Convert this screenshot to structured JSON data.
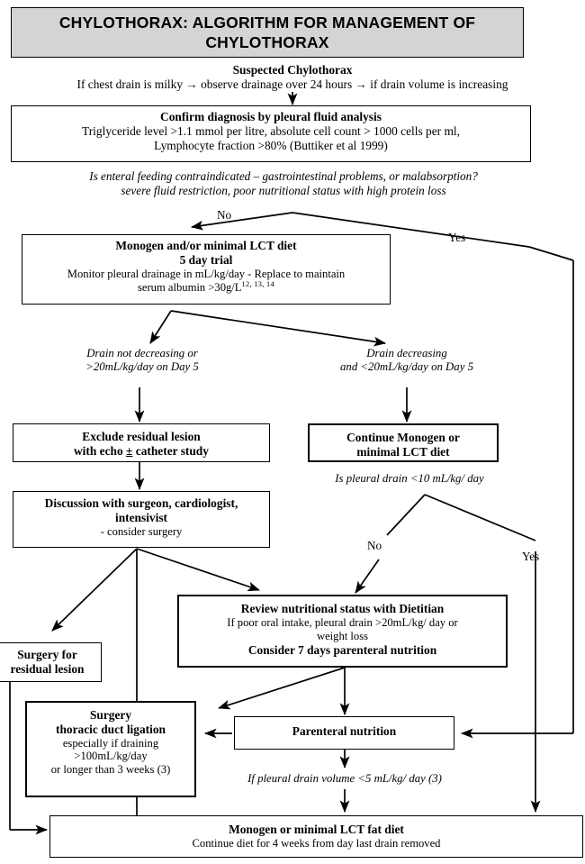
{
  "title": {
    "text": "CHYLOTHORAX: ALGORITHM FOR MANAGEMENT OF CHYLOTHORAX"
  },
  "nodes": {
    "suspected": {
      "heading": "Suspected Chylothorax",
      "body": "If chest drain is milky → observe drainage over 24 hours → if  drain volume is increasing"
    },
    "confirm": {
      "line1": "Confirm diagnosis by pleural fluid analysis",
      "line2": "Triglyceride level >1.1 mmol per litre, absolute cell count > 1000 cells per ml,",
      "line3": "Lymphocyte fraction >80% (Buttiker et al 1999)"
    },
    "enteral_question": {
      "line1": "Is enteral feeding contraindicated – gastrointestinal problems, or malabsorption?",
      "line2": "severe fluid restriction, poor nutritional status with high protein loss"
    },
    "monogen_trial": {
      "line1": "Monogen and/or minimal LCT diet",
      "line2": "5 day trial",
      "line3": "Monitor pleural drainage in mL/kg/day - Replace to maintain",
      "line4": "serum albumin >30g/L",
      "refs": "12, 13, 14"
    },
    "drain_not_decreasing": {
      "line1": "Drain not decreasing or",
      "line2": ">20mL/kg/day on Day 5"
    },
    "drain_decreasing": {
      "line1": "Drain decreasing",
      "line2": "and <20mL/kg/day on Day 5"
    },
    "exclude_lesion": {
      "line1": "Exclude residual lesion",
      "line2a": "with echo ",
      "line2b": "±",
      "line2c": " catheter study"
    },
    "continue_monogen": {
      "line1": "Continue Monogen or",
      "line2": "minimal LCT diet"
    },
    "pleural_drain_question": {
      "text": "Is pleural drain <10 mL/kg/ day"
    },
    "discussion": {
      "line1": "Discussion with surgeon, cardiologist,",
      "line2": "intensivist",
      "line3": "- consider surgery"
    },
    "surgery_residual": {
      "line1": "Surgery for",
      "line2": "residual lesion"
    },
    "review_nutrition": {
      "line1": "Review nutritional status with Dietitian",
      "line2": "If poor oral intake, pleural drain >20mL/kg/ day or",
      "line3": "weight loss",
      "line4": "Consider 7 days parenteral nutrition"
    },
    "surgery_duct": {
      "line1": "Surgery",
      "line2": "thoracic duct ligation",
      "line3": "especially if draining",
      "line4": ">100mL/kg/day",
      "line5": "or longer than 3 weeks (3)"
    },
    "parenteral": {
      "text": "Parenteral nutrition"
    },
    "pleural_volume_note": {
      "text": "If pleural drain volume <5 mL/kg/ day (3)"
    },
    "final_diet": {
      "line1": "Monogen or minimal LCT fat diet",
      "line2": "Continue diet for 4 weeks from day last drain removed"
    }
  },
  "edge_labels": {
    "no_enteral": "No",
    "yes_enteral": "Yes",
    "no_pleural": "No",
    "yes_pleural": "Yes"
  },
  "colors": {
    "title_fill": "#d4d4d4",
    "stroke": "#000000",
    "background": "#ffffff"
  }
}
